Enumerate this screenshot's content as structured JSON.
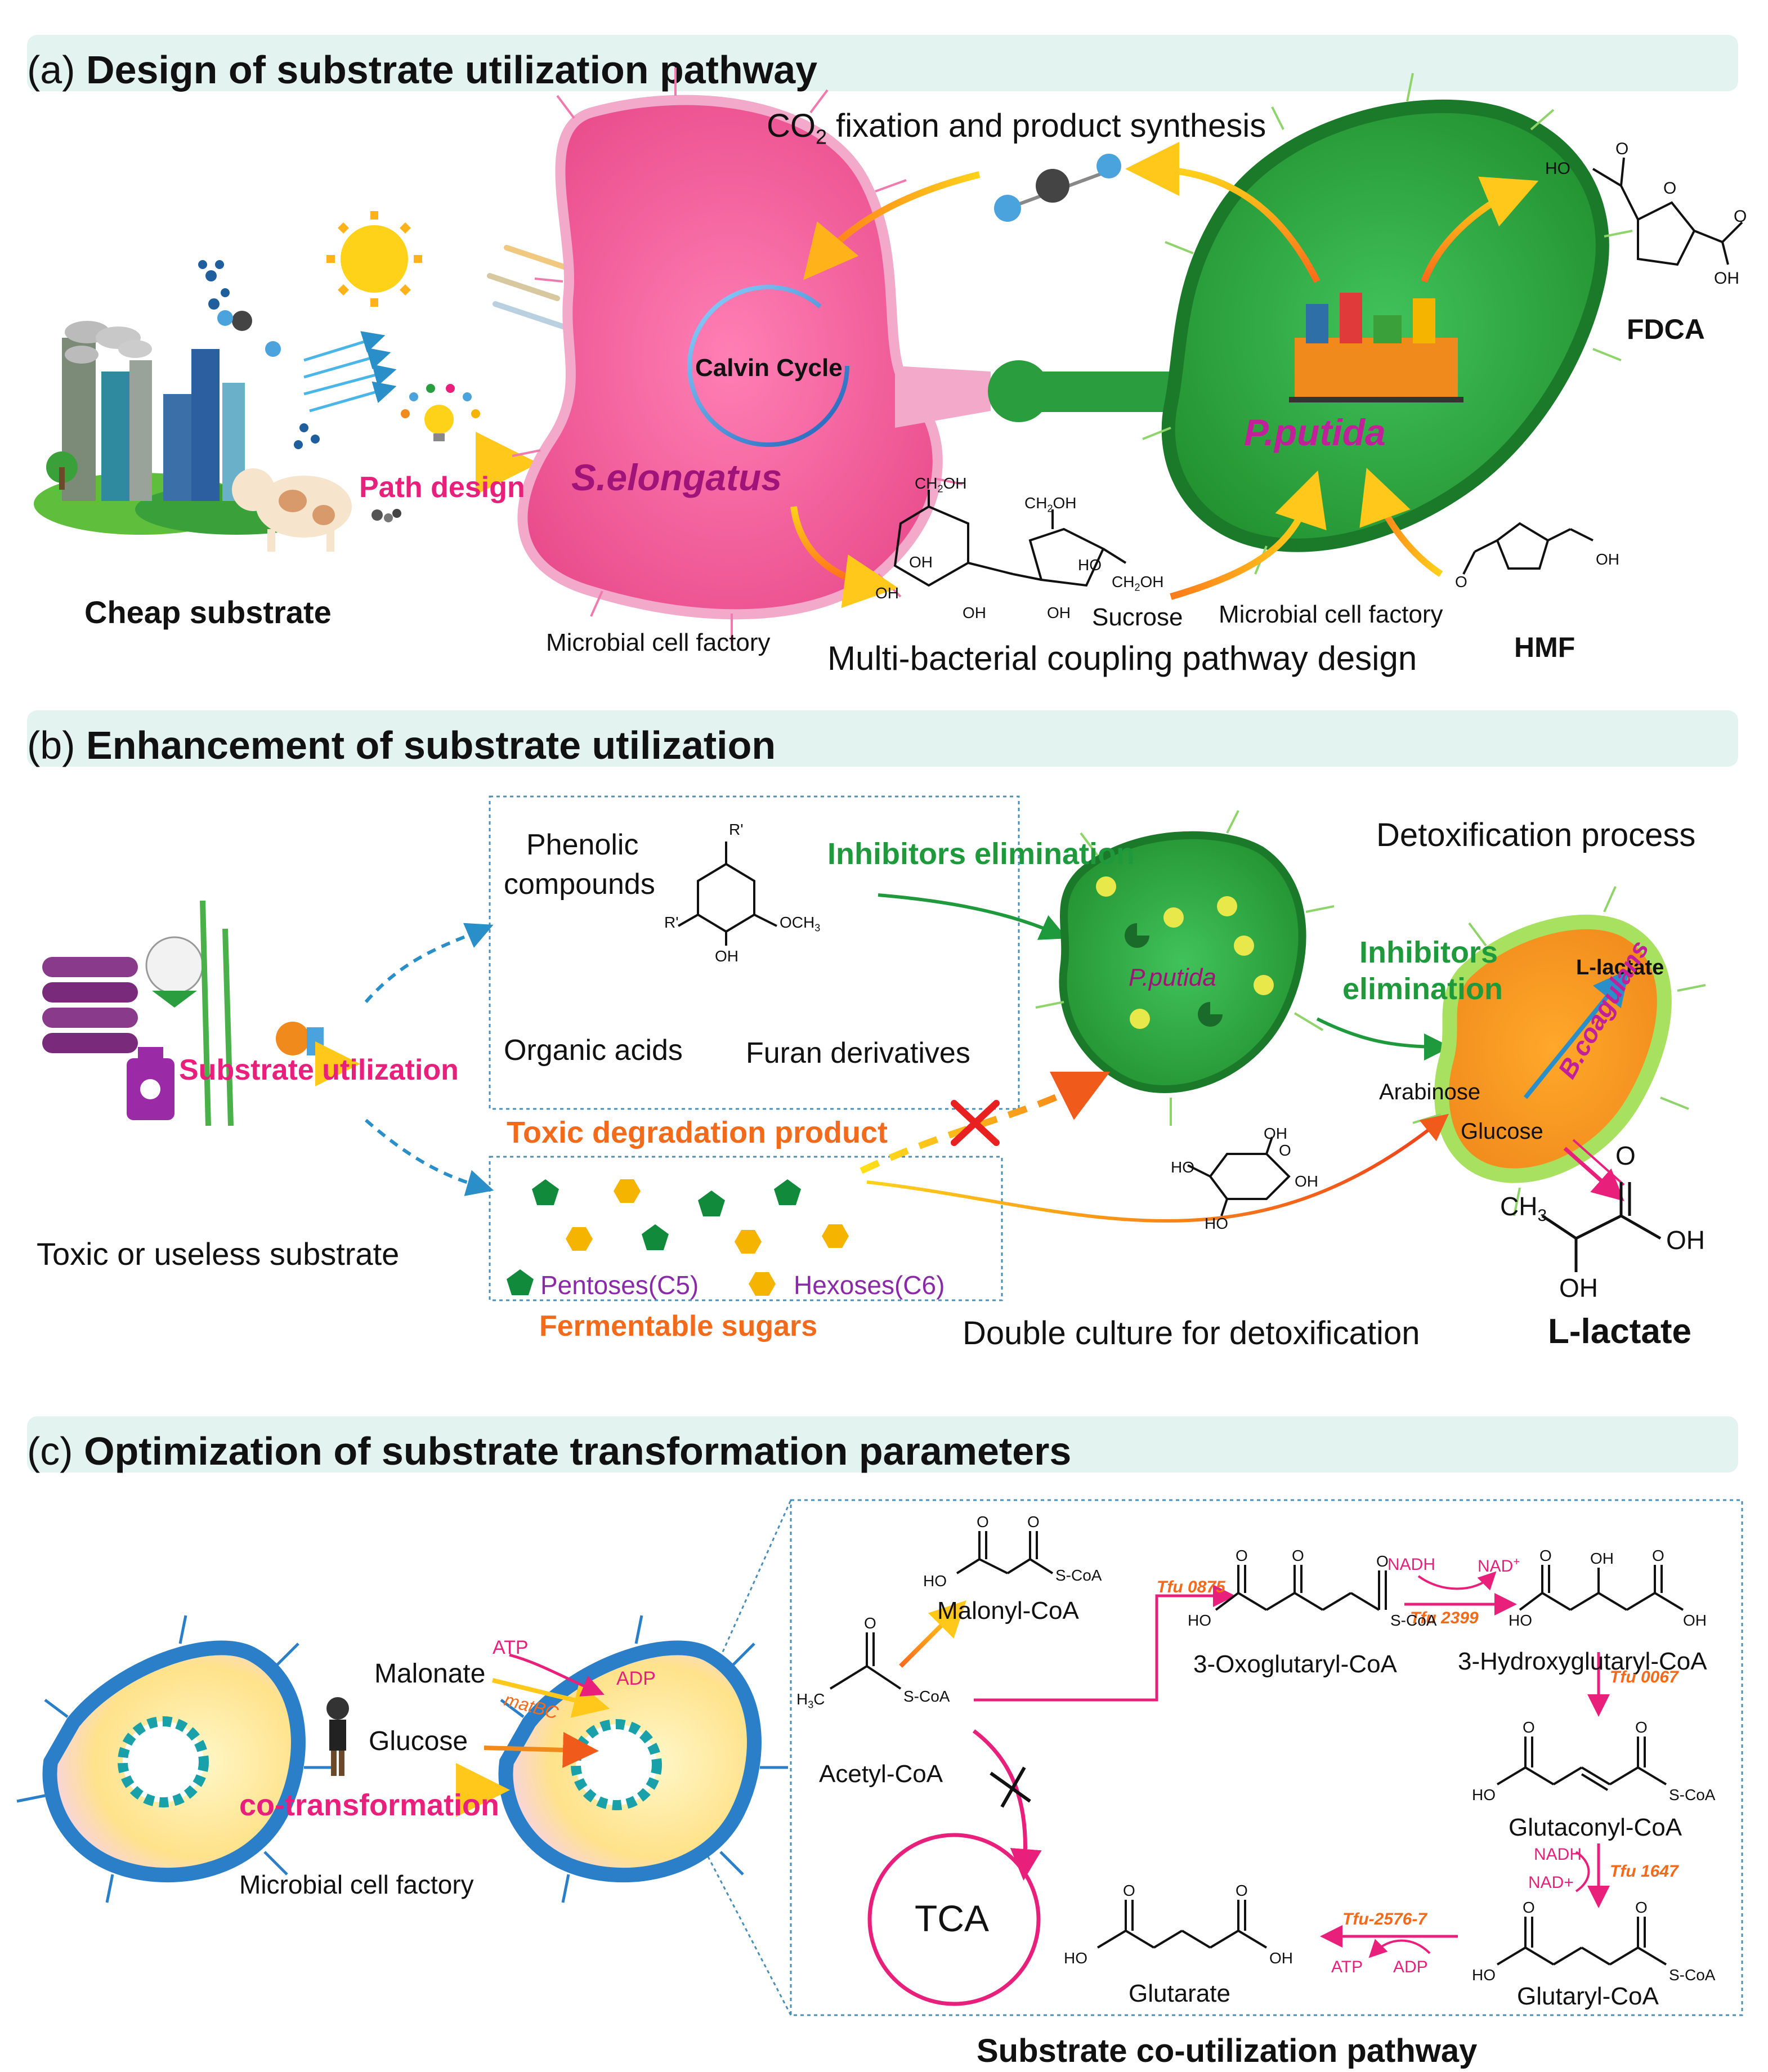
{
  "sectionA": {
    "label": "(a)",
    "title": "Design of substrate utilization pathway",
    "co2_fixation_prefix": "CO",
    "co2_fixation_sub": "2",
    "co2_fixation_suffix": " fixation and product synthesis",
    "cheap_substrate": "Cheap substrate",
    "path_design": "Path design",
    "calvin_cycle": "Calvin Cycle",
    "s_elongatus": "S.elongatus",
    "p_putida": "P.putida",
    "fdca": "FDCA",
    "hmf": "HMF",
    "sucrose": "Sucrose",
    "microbial_cell_factory_left": "Microbial cell factory",
    "microbial_cell_factory_right": "Microbial cell factory",
    "coupling_design": "Multi-bacterial coupling pathway design",
    "chem": {
      "ch2oh": "CH",
      "ch2oh_sub": "2",
      "ch2oh_suffix": "OH",
      "oh": "OH",
      "ho": "HO",
      "o": "O"
    }
  },
  "sectionB": {
    "label": "(b)",
    "title": "Enhancement of substrate utilization",
    "phenolic_compounds_1": "Phenolic",
    "phenolic_compounds_2": "compounds",
    "organic_acids": "Organic acids",
    "furan_derivatives": "Furan derivatives",
    "inhibitors_elimination_1": "Inhibitors elimination",
    "inhibitors_elimination_2a": "Inhibitors",
    "inhibitors_elimination_2b": "elimination",
    "detox_process": "Detoxification process",
    "p_putida": "P.putida",
    "b_coagulans": "B.coagulans",
    "l_lactate_inner": "L-lactate",
    "arabinose": "Arabinose",
    "glucose": "Glucose",
    "substrate_utilization": "Substrate utilization",
    "toxic_degradation": "Toxic degradation product",
    "toxic_substrate": "Toxic or useless substrate",
    "pentoses": "Pentoses(C5)",
    "hexoses": "Hexoses(C6)",
    "fermentable_sugars": "Fermentable sugars",
    "double_culture": "Double culture for detoxification",
    "l_lactate": "L-lactate",
    "chem": {
      "r_prime": "R'",
      "och3": "OCH",
      "och3_sub": "3",
      "oh": "OH",
      "ho": "HO",
      "ch3": "CH",
      "ch3_sub": "3",
      "o": "O"
    }
  },
  "sectionC": {
    "label": "(c)",
    "title": "Optimization of substrate transformation parameters",
    "malonate": "Malonate",
    "glucose": "Glucose",
    "atp": "ATP",
    "adp": "ADP",
    "matbc": "matBC",
    "co_transformation": "co-transformation",
    "microbial_cell_factory": "Microbial cell factory",
    "malonyl_coa": "Malonyl-CoA",
    "acetyl_coa": "Acetyl-CoA",
    "oxoglutaryl_coa": "3-Oxoglutaryl-CoA",
    "hydroxyglutaryl_coa": "3-Hydroxyglutaryl-CoA",
    "glutaconyl_coa": "Glutaconyl-CoA",
    "glutaryl_coa": "Glutaryl-CoA",
    "glutarate": "Glutarate",
    "tca": "TCA",
    "tfu0875": "Tfu 0875",
    "tfu2399": "Tfu 2399",
    "tfu0067": "Tfu 0067",
    "tfu1647": "Tfu 1647",
    "tfu2576": "Tfu-2576-7",
    "nadh": "NADH",
    "nad_plus": "NAD",
    "nad_plus_sup": "+",
    "nadh2": "NADH",
    "nad_plus2": "NAD+",
    "atp2": "ATP",
    "adp2": "ADP",
    "scoa": "S-CoA",
    "ho": "HO",
    "oh": "OH",
    "o": "O",
    "h3c": "H",
    "h3c_sub": "3",
    "h3c_suffix": "C",
    "pathway_title": "Substrate co-utilization pathway"
  },
  "colors": {
    "banner_bg": "#e3f3ef",
    "pink_cell": "#f0609a",
    "green_cell": "#2a9d3f",
    "magenta": "#e8207c",
    "orange": "#f08a1c",
    "green_text": "#1e9a3c",
    "purple_text": "#8a2aa6",
    "orange_text": "#f26a1b"
  }
}
